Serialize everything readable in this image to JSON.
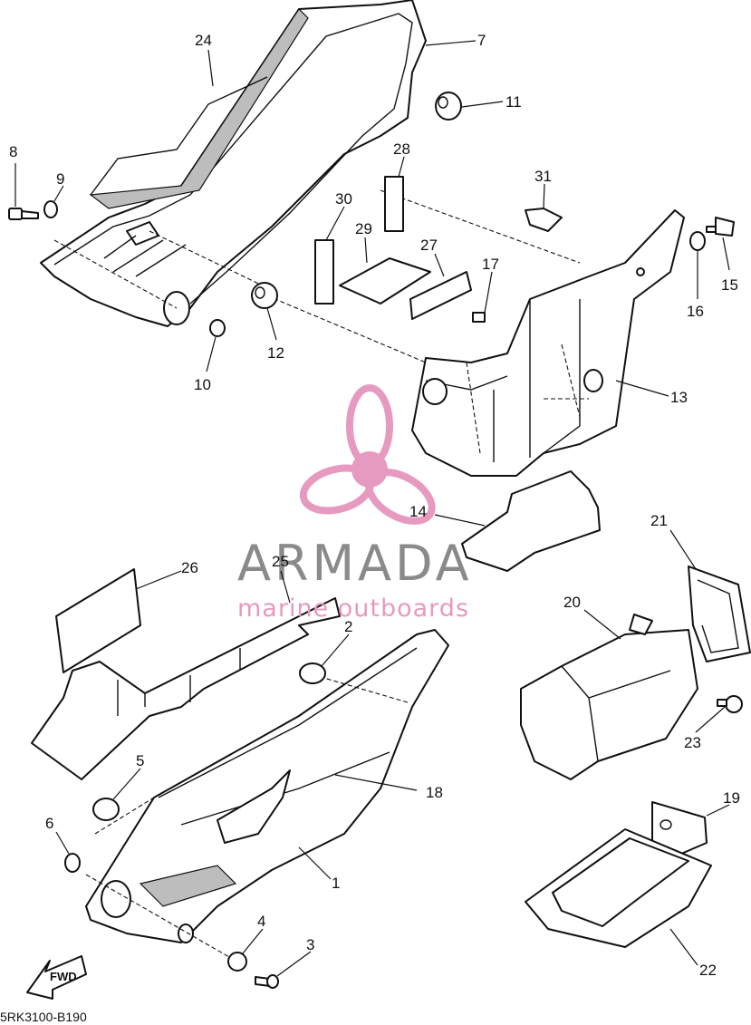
{
  "diagram": {
    "code": "5RK3100-B190",
    "fwd_label": "FWD",
    "callouts": [
      {
        "key": "c24",
        "label": "24"
      },
      {
        "key": "c7",
        "label": "7"
      },
      {
        "key": "c11",
        "label": "11"
      },
      {
        "key": "c8",
        "label": "8"
      },
      {
        "key": "c9",
        "label": "9"
      },
      {
        "key": "c28",
        "label": "28"
      },
      {
        "key": "c31",
        "label": "31"
      },
      {
        "key": "c30",
        "label": "30"
      },
      {
        "key": "c29",
        "label": "29"
      },
      {
        "key": "c27",
        "label": "27"
      },
      {
        "key": "c17",
        "label": "17"
      },
      {
        "key": "c15",
        "label": "15"
      },
      {
        "key": "c16",
        "label": "16"
      },
      {
        "key": "c12",
        "label": "12"
      },
      {
        "key": "c10",
        "label": "10"
      },
      {
        "key": "c13",
        "label": "13"
      },
      {
        "key": "c14",
        "label": "14"
      },
      {
        "key": "c21",
        "label": "21"
      },
      {
        "key": "c26",
        "label": "26"
      },
      {
        "key": "c25",
        "label": "25"
      },
      {
        "key": "c20",
        "label": "20"
      },
      {
        "key": "c2",
        "label": "2"
      },
      {
        "key": "c5",
        "label": "5"
      },
      {
        "key": "c18",
        "label": "18"
      },
      {
        "key": "c23",
        "label": "23"
      },
      {
        "key": "c6",
        "label": "6"
      },
      {
        "key": "c1",
        "label": "1"
      },
      {
        "key": "c19",
        "label": "19"
      },
      {
        "key": "c4",
        "label": "4"
      },
      {
        "key": "c3",
        "label": "3"
      },
      {
        "key": "c22",
        "label": "22"
      }
    ]
  },
  "watermark": {
    "title": "ARMADA",
    "subtitle": "marine outboards",
    "logo_color": "#e79ac0",
    "title_color": "#8a8a8a"
  }
}
